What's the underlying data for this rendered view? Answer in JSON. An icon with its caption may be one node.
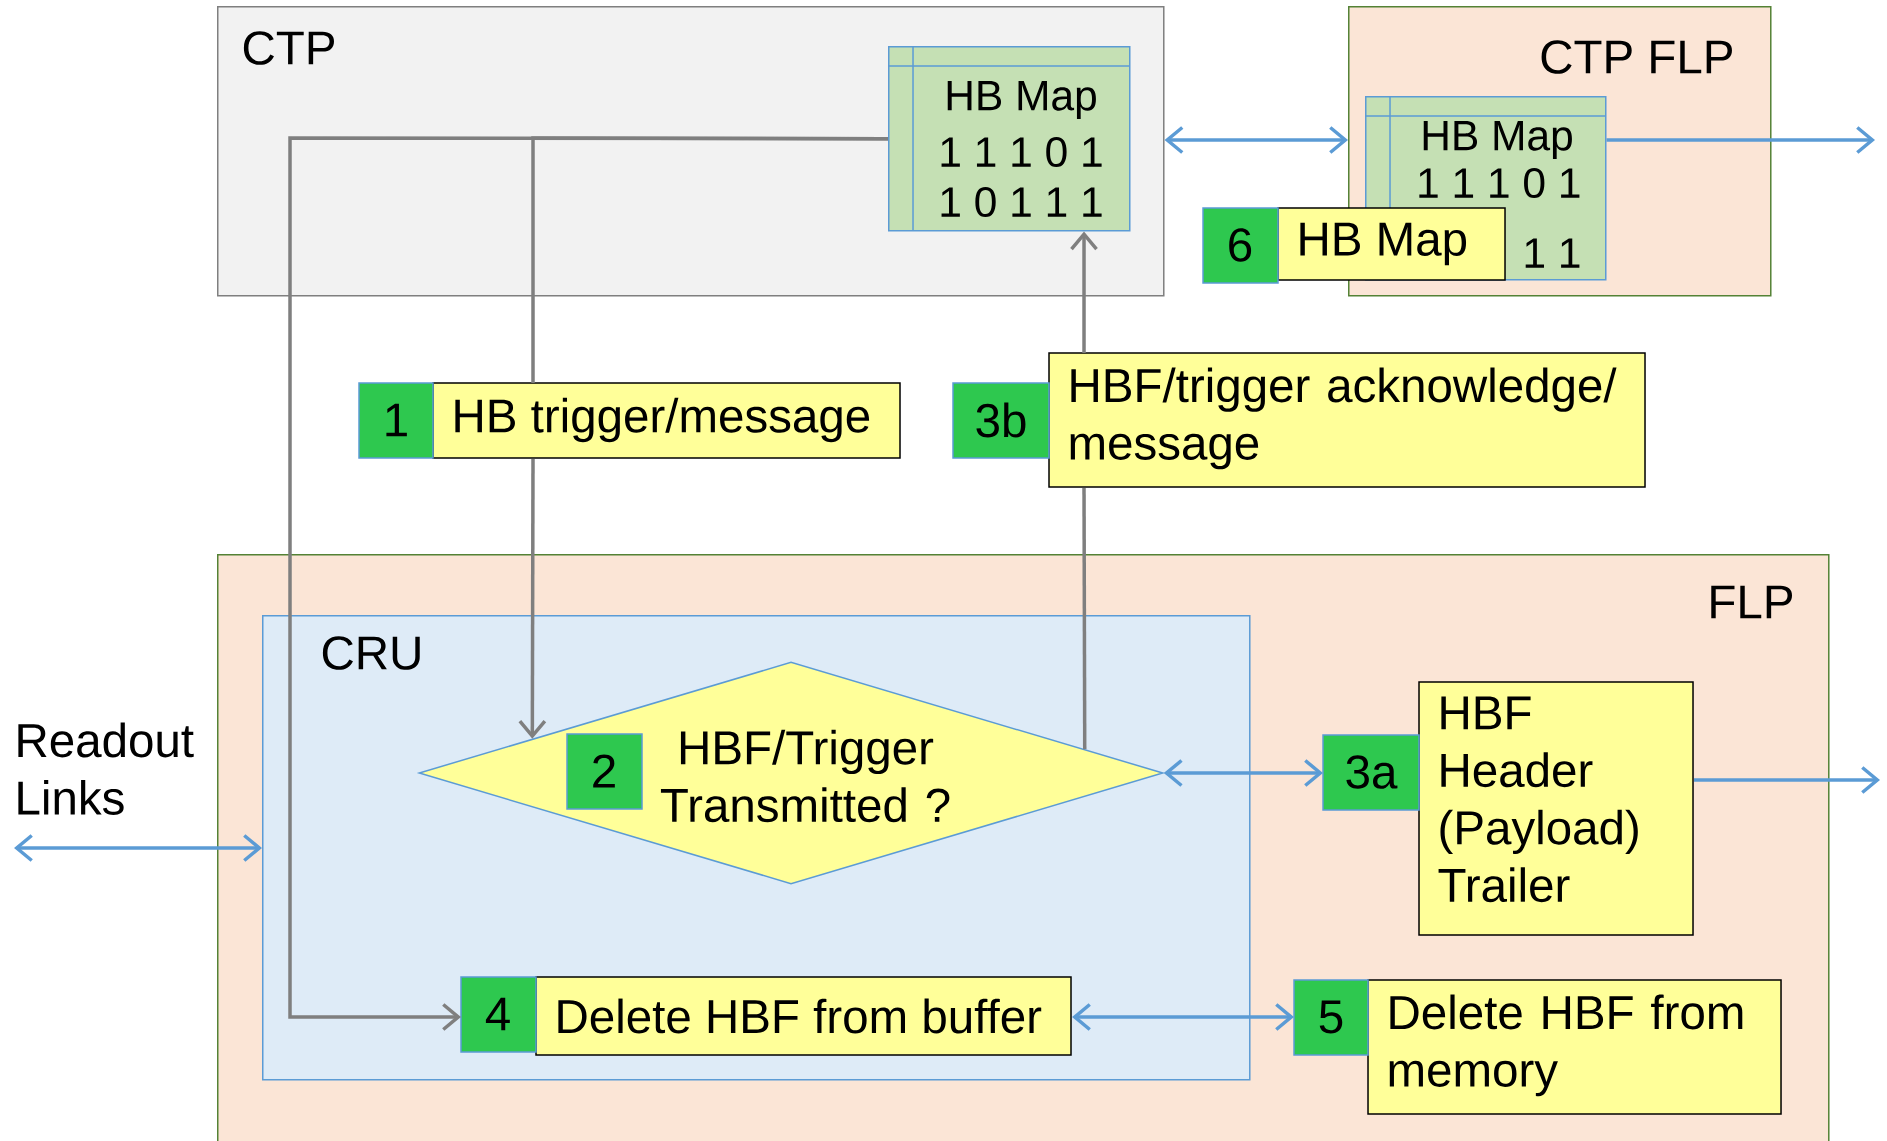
{
  "diagram": {
    "nodes": [
      {
        "text": [
          "CTP"
        ]
      },
      {
        "text": [
          "HB Map",
          "1 1 1 0 1",
          "1 0 1 1 1"
        ],
        "in": 0
      },
      {
        "text": [
          "CTP FLP"
        ]
      },
      {
        "text": [
          "HB Map",
          "1 1 1 0 1",
          "1 1"
        ],
        "in": 2
      },
      {
        "text": [
          "6",
          "HB Map"
        ]
      },
      {
        "text": [
          "1",
          "HB trigger/message"
        ]
      },
      {
        "text": [
          "3b",
          "HBF/trigger acknowledge/ message"
        ]
      },
      {
        "text": [
          "FLP"
        ]
      },
      {
        "text": [
          "Readout Links"
        ]
      },
      {
        "text": [
          "CRU"
        ],
        "in": 7
      },
      {
        "text": [
          "2",
          "HBF/Trigger Transmitted ?"
        ],
        "in": 9
      },
      {
        "text": [
          "3a",
          "HBF Header (Payload) Trailer"
        ],
        "in": 7
      },
      {
        "text": [
          "4",
          "Delete HBF from buffer"
        ],
        "in": 9
      },
      {
        "text": [
          "5",
          "Delete HBF from memory"
        ],
        "in": 7
      }
    ],
    "edges": [
      {
        "from": 1,
        "to": 5,
        "arrow": "none",
        "color": "#7f7f7f"
      },
      {
        "from": 5,
        "to": 10,
        "arrow": "to",
        "color": "#7f7f7f"
      },
      {
        "from": 1,
        "to": 12,
        "arrow": "to",
        "color": "#7f7f7f"
      },
      {
        "from": 10,
        "to": 6,
        "arrow": "none",
        "color": "#7f7f7f"
      },
      {
        "from": 6,
        "to": 1,
        "arrow": "to",
        "color": "#7f7f7f"
      },
      {
        "from": 0,
        "to": 2,
        "arrow": "both"
      },
      {
        "from": 3,
        "to": null,
        "arrow": "to"
      },
      {
        "from": 10,
        "to": 11,
        "arrow": "both"
      },
      {
        "from": 11,
        "to": null,
        "arrow": "to"
      },
      {
        "from": 12,
        "to": 13,
        "arrow": "both"
      },
      {
        "from": 8,
        "to": 9,
        "arrow": "both"
      }
    ]
  }
}
